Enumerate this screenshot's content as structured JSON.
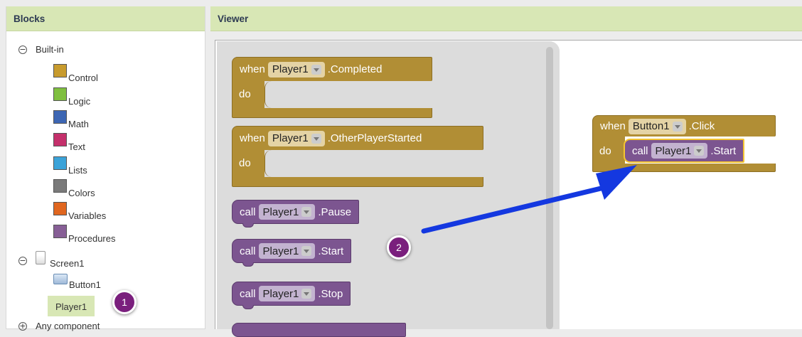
{
  "blocks_panel": {
    "title": "Blocks",
    "builtin_label": "Built-in",
    "builtin_items": [
      {
        "label": "Control",
        "color": "#c89b2d"
      },
      {
        "label": "Logic",
        "color": "#7fbf3f"
      },
      {
        "label": "Math",
        "color": "#3d66b3"
      },
      {
        "label": "Text",
        "color": "#c4306b"
      },
      {
        "label": "Lists",
        "color": "#3ba3d9"
      },
      {
        "label": "Colors",
        "color": "#7a7a7a"
      },
      {
        "label": "Variables",
        "color": "#e0661f"
      },
      {
        "label": "Procedures",
        "color": "#875f96"
      }
    ],
    "screen_label": "Screen1",
    "button_label": "Button1",
    "player_label": "Player1",
    "any_component_label": "Any component"
  },
  "viewer": {
    "title": "Viewer",
    "flyout_blocks": {
      "completed": {
        "when": "when",
        "component": "Player1",
        "event": ".Completed",
        "do": "do"
      },
      "other_started": {
        "when": "when",
        "component": "Player1",
        "event": ".OtherPlayerStarted",
        "do": "do"
      },
      "pause": {
        "call": "call",
        "component": "Player1",
        "method": ".Pause"
      },
      "start": {
        "call": "call",
        "component": "Player1",
        "method": ".Start"
      },
      "stop": {
        "call": "call",
        "component": "Player1",
        "method": ".Stop"
      }
    },
    "workspace_block": {
      "when": "when",
      "component": "Button1",
      "event": ".Click",
      "do": "do",
      "inner_call": "call",
      "inner_component": "Player1",
      "inner_method": ".Start"
    }
  },
  "annotations": {
    "badge_1": "1",
    "badge_2": "2",
    "arrow_color": "#1438e0",
    "badge_color": "#7a1f7d"
  }
}
